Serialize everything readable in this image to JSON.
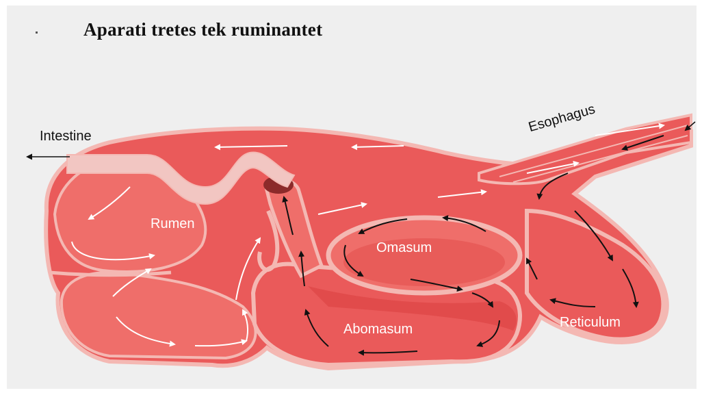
{
  "title": "Aparati tretes tek ruminantet",
  "labels": {
    "intestine": "Intestine",
    "esophagus": "Esophagus",
    "rumen": "Rumen",
    "omasum": "Omasum",
    "abomasum": "Abomasum",
    "reticulum": "Reticulum"
  },
  "colors": {
    "background": "#efefef",
    "stomach_fill": "#ea5a5a",
    "stomach_light": "#f07a77",
    "stomach_dark": "#d9403f",
    "outline": "#f4b8b3",
    "intestine_tube": "#f2c6c2",
    "arrow_dark": "#111111",
    "arrow_light": "#ffffff"
  },
  "icons": [
    "arrow-left-icon",
    "arrow-in-icon"
  ]
}
